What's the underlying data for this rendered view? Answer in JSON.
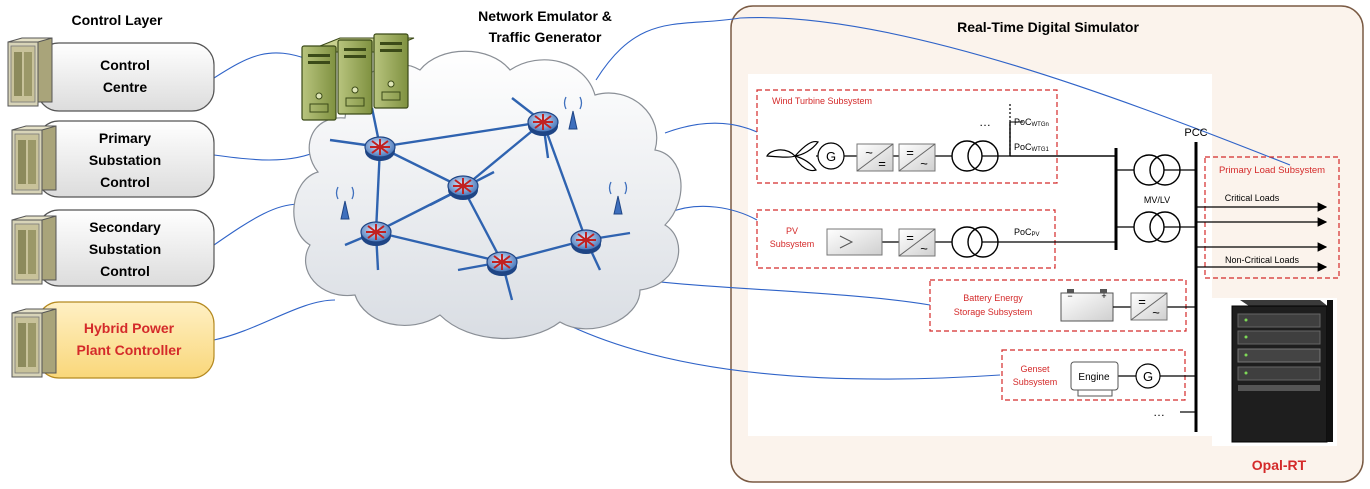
{
  "control_layer": {
    "heading": "Control Layer",
    "items": [
      {
        "lines": [
          "Control",
          "Centre"
        ]
      },
      {
        "lines": [
          "Primary",
          "Substation",
          "Control"
        ]
      },
      {
        "lines": [
          "Secondary",
          "Substation",
          "Control"
        ]
      },
      {
        "lines": [
          "Hybrid Power",
          "Plant Controller"
        ],
        "highlight": true
      }
    ]
  },
  "network": {
    "heading_line1": "Network Emulator &",
    "heading_line2": "Traffic Generator"
  },
  "simulator": {
    "heading": "Real-Time Digital Simulator",
    "pcc_label": "PCC",
    "wind": {
      "title": "Wind Turbine Subsystem",
      "generator": "G",
      "poc_main": "PoC",
      "poc_main_sub": "WTG1",
      "poc_other": "PoC",
      "poc_other_sub": "WTGn",
      "ellipsis": "…"
    },
    "pv": {
      "title_line1": "PV",
      "title_line2": "Subsystem",
      "poc": "PoC",
      "poc_sub": "PV"
    },
    "transformer_label": "MV/LV",
    "load": {
      "title": "Primary Load Subsystem",
      "critical": "Critical Loads",
      "noncritical": "Non-Critical Loads"
    },
    "battery": {
      "title_line1": "Battery Energy",
      "title_line2": "Storage Subsystem",
      "minus": "−",
      "plus": "+"
    },
    "genset": {
      "title_line1": "Genset",
      "title_line2": "Subsystem",
      "engine": "Engine",
      "generator": "G",
      "ellipsis": "…"
    },
    "hardware_label": "Opal-RT"
  },
  "colors": {
    "accent_red": "#d42a2a",
    "link_blue": "#2f63c8",
    "router_blue": "#2f63b0",
    "server_green": "#8fa04e",
    "panel_fill": "#fbf3ec",
    "panel_border": "#7a5a43",
    "highlight_fill": "#fde49a"
  }
}
